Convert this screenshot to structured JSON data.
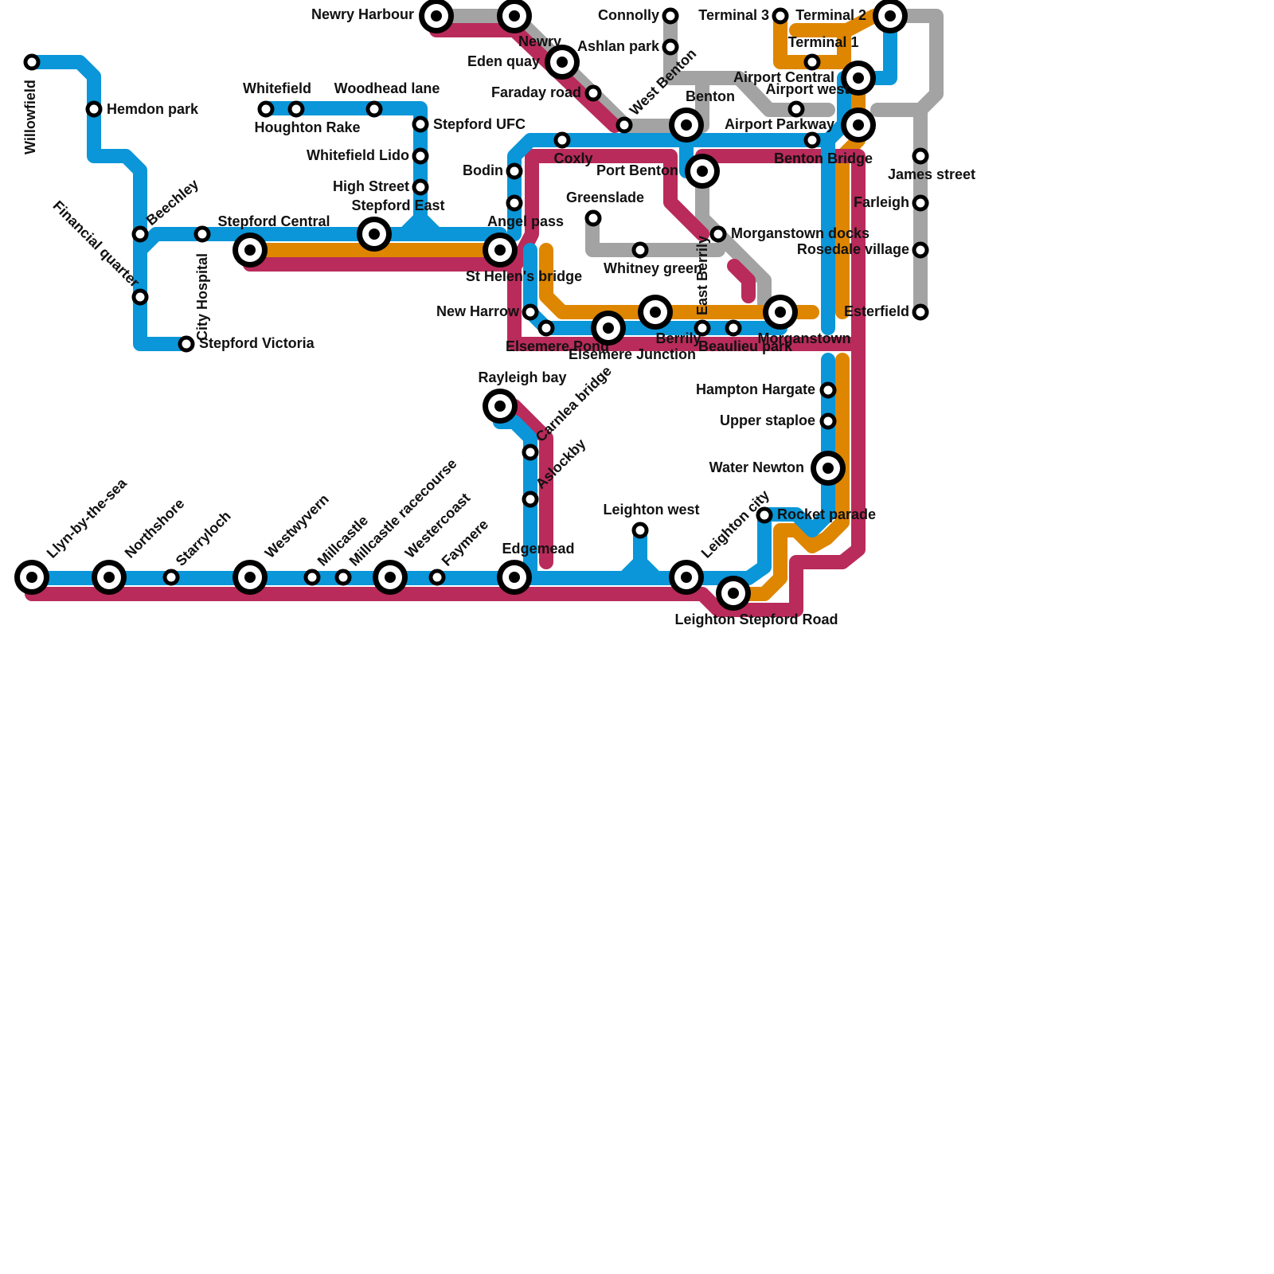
{
  "lines": [
    {
      "id": "blue",
      "color": "#0a96d8"
    },
    {
      "id": "crimson",
      "color": "#b92b5a"
    },
    {
      "id": "orange",
      "color": "#de8600"
    },
    {
      "id": "grey",
      "color": "#a3a3a3"
    }
  ],
  "stations": [
    {
      "id": "willowfield",
      "name": "Willowfield",
      "interchange": false
    },
    {
      "id": "hemdon-park",
      "name": "Hemdon park",
      "interchange": false
    },
    {
      "id": "whitefield",
      "name": "Whitefield",
      "interchange": false
    },
    {
      "id": "houghton-rake",
      "name": "Houghton Rake",
      "interchange": false
    },
    {
      "id": "woodhead-lane",
      "name": "Woodhead lane",
      "interchange": false
    },
    {
      "id": "stepford-ufc",
      "name": "Stepford UFC",
      "interchange": false
    },
    {
      "id": "whitefield-lido",
      "name": "Whitefield Lido",
      "interchange": false
    },
    {
      "id": "high-street",
      "name": "High Street",
      "interchange": false
    },
    {
      "id": "stepford-east",
      "name": "Stepford East",
      "interchange": true
    },
    {
      "id": "beechley",
      "name": "Beechley",
      "interchange": false
    },
    {
      "id": "financial-quarter",
      "name": "Financial quarter",
      "interchange": false
    },
    {
      "id": "city-hospital",
      "name": "City Hospital",
      "interchange": false
    },
    {
      "id": "stepford-victoria",
      "name": "Stepford Victoria",
      "interchange": false
    },
    {
      "id": "stepford-central",
      "name": "Stepford Central",
      "interchange": true
    },
    {
      "id": "st-helens-bridge",
      "name": "St Helen's bridge",
      "interchange": true
    },
    {
      "id": "newry-harbour",
      "name": "Newry Harbour",
      "interchange": true
    },
    {
      "id": "newry",
      "name": "Newry",
      "interchange": true
    },
    {
      "id": "eden-quay",
      "name": "Eden quay",
      "interchange": true
    },
    {
      "id": "faraday-road",
      "name": "Faraday road",
      "interchange": false
    },
    {
      "id": "west-benton",
      "name": "West Benton",
      "interchange": false
    },
    {
      "id": "connolly",
      "name": "Connolly",
      "interchange": false
    },
    {
      "id": "ashlan-park",
      "name": "Ashlan park",
      "interchange": false
    },
    {
      "id": "benton",
      "name": "Benton",
      "interchange": true
    },
    {
      "id": "terminal-3",
      "name": "Terminal 3",
      "interchange": false
    },
    {
      "id": "terminal-2",
      "name": "Terminal 2",
      "interchange": true
    },
    {
      "id": "terminal-1",
      "name": "Terminal 1",
      "interchange": false
    },
    {
      "id": "airport-central",
      "name": "Airport Central",
      "interchange": true
    },
    {
      "id": "airport-west",
      "name": "Airport west",
      "interchange": false
    },
    {
      "id": "airport-parkway",
      "name": "Airport Parkway",
      "interchange": true
    },
    {
      "id": "benton-bridge",
      "name": "Benton Bridge",
      "interchange": false
    },
    {
      "id": "james-street",
      "name": "James street",
      "interchange": false
    },
    {
      "id": "farleigh",
      "name": "Farleigh",
      "interchange": false
    },
    {
      "id": "rosedale-village",
      "name": "Rosedale village",
      "interchange": false
    },
    {
      "id": "esterfield",
      "name": "Esterfield",
      "interchange": false
    },
    {
      "id": "bodin",
      "name": "Bodin",
      "interchange": false
    },
    {
      "id": "angel-pass",
      "name": "Angel pass",
      "interchange": false
    },
    {
      "id": "coxly",
      "name": "Coxly",
      "interchange": false
    },
    {
      "id": "port-benton",
      "name": "Port Benton",
      "interchange": true
    },
    {
      "id": "greenslade",
      "name": "Greenslade",
      "interchange": false
    },
    {
      "id": "whitney-green",
      "name": "Whitney green",
      "interchange": false
    },
    {
      "id": "east-berrily",
      "name": "East Berrily",
      "interchange": false
    },
    {
      "id": "morganstown-docks",
      "name": "Morganstown docks",
      "interchange": false
    },
    {
      "id": "new-harrow",
      "name": "New Harrow",
      "interchange": false
    },
    {
      "id": "elsemere-pond",
      "name": "Elsemere Pond",
      "interchange": false
    },
    {
      "id": "elsemere-junction",
      "name": "Elsemere Junction",
      "interchange": true
    },
    {
      "id": "berrily",
      "name": "Berrily",
      "interchange": true
    },
    {
      "id": "beaulieu-park",
      "name": "Beaulieu park",
      "interchange": false
    },
    {
      "id": "morganstown",
      "name": "Morganstown",
      "interchange": true
    },
    {
      "id": "hampton-hargate",
      "name": "Hampton Hargate",
      "interchange": false
    },
    {
      "id": "upper-staploe",
      "name": "Upper staploe",
      "interchange": false
    },
    {
      "id": "water-newton",
      "name": "Water Newton",
      "interchange": true
    },
    {
      "id": "rocket-parade",
      "name": "Rocket parade",
      "interchange": false
    },
    {
      "id": "rayleigh-bay",
      "name": "Rayleigh bay",
      "interchange": true
    },
    {
      "id": "carnlea-bridge",
      "name": "Carnlea bridge",
      "interchange": false
    },
    {
      "id": "aslockby",
      "name": "Aslockby",
      "interchange": false
    },
    {
      "id": "edgemead",
      "name": "Edgemead",
      "interchange": true
    },
    {
      "id": "leighton-west",
      "name": "Leighton west",
      "interchange": false
    },
    {
      "id": "leighton-city",
      "name": "Leighton city",
      "interchange": true
    },
    {
      "id": "leighton-stepford-road",
      "name": "Leighton Stepford Road",
      "interchange": true
    },
    {
      "id": "llyn-by-the-sea",
      "name": "Llyn-by-the-sea",
      "interchange": true
    },
    {
      "id": "northshore",
      "name": "Northshore",
      "interchange": true
    },
    {
      "id": "starryloch",
      "name": "Starryloch",
      "interchange": false
    },
    {
      "id": "westwyvern",
      "name": "Westwyvern",
      "interchange": true
    },
    {
      "id": "millcastle",
      "name": "Millcastle",
      "interchange": false
    },
    {
      "id": "millcastle-racecourse",
      "name": "Millcastle racecourse",
      "interchange": false
    },
    {
      "id": "westercoast",
      "name": "Westercoast",
      "interchange": true
    },
    {
      "id": "faymere",
      "name": "Faymere",
      "interchange": false
    }
  ]
}
